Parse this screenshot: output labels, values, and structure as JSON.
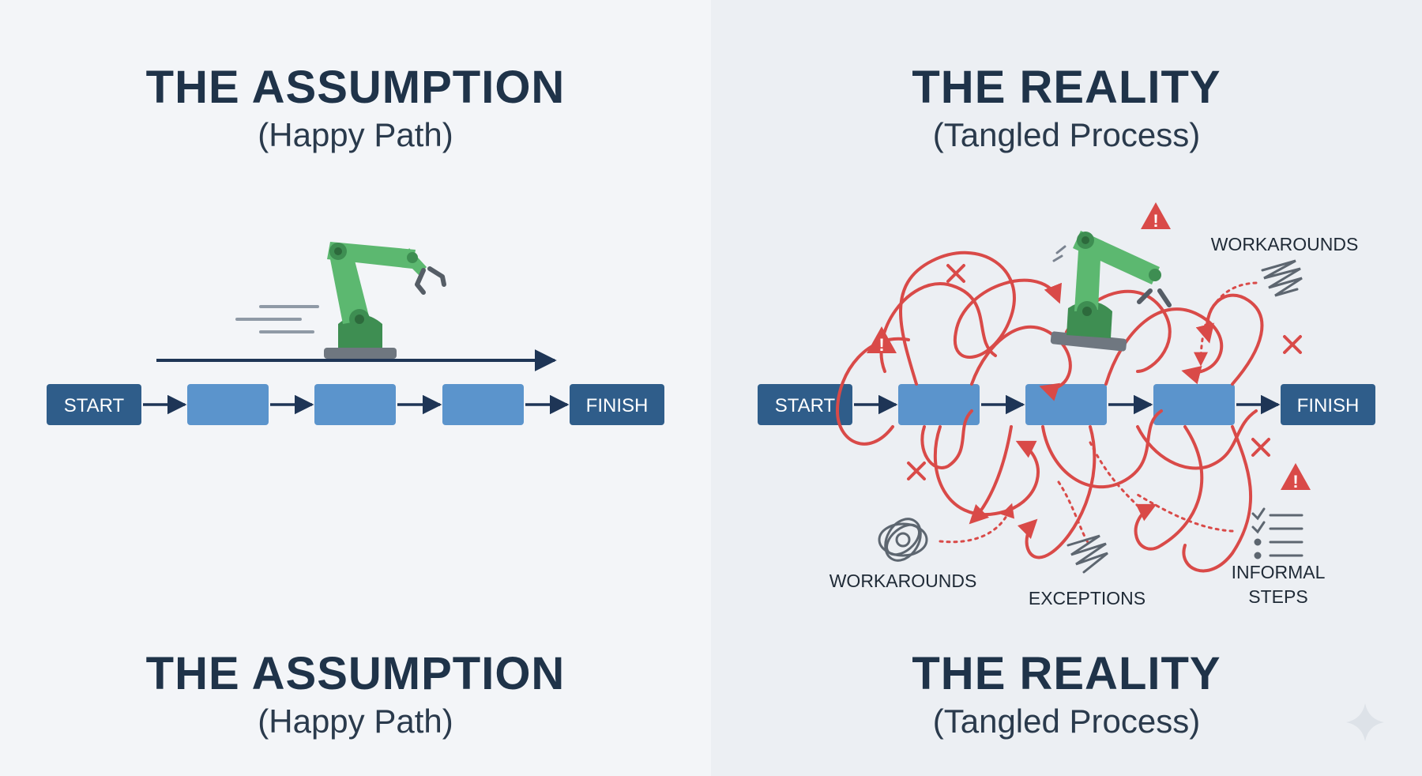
{
  "left": {
    "title": "THE ASSUMPTION",
    "subtitle": "(Happy Path)",
    "footer_title": "THE ASSUMPTION",
    "footer_subtitle": "(Happy Path)",
    "start_label": "START",
    "finish_label": "FINISH"
  },
  "right": {
    "title": "THE REALITY",
    "subtitle": "(Tangled Process)",
    "footer_title": "THE REALITY",
    "footer_subtitle": "(Tangled Process)",
    "start_label": "START",
    "finish_label": "FINISH",
    "annotations": {
      "workarounds_top": "WORKAROUNDS",
      "workarounds_bottom": "WORKAROUNDS",
      "exceptions": "EXCEPTIONS",
      "informal_line1": "INFORMAL",
      "informal_line2": "STEPS"
    }
  },
  "colors": {
    "box_dark": "#2f5d8a",
    "box_light": "#5b94cc",
    "arrow": "#1e3556",
    "tangle": "#d94a48",
    "robot_green": "#5cb870",
    "robot_dark": "#3e8e52",
    "warning": "#d94a48"
  },
  "icons": [
    "robot-arm-icon",
    "warning-icon",
    "x-mark-icon",
    "scribble-icon",
    "checklist-icon",
    "sparkle-icon"
  ]
}
